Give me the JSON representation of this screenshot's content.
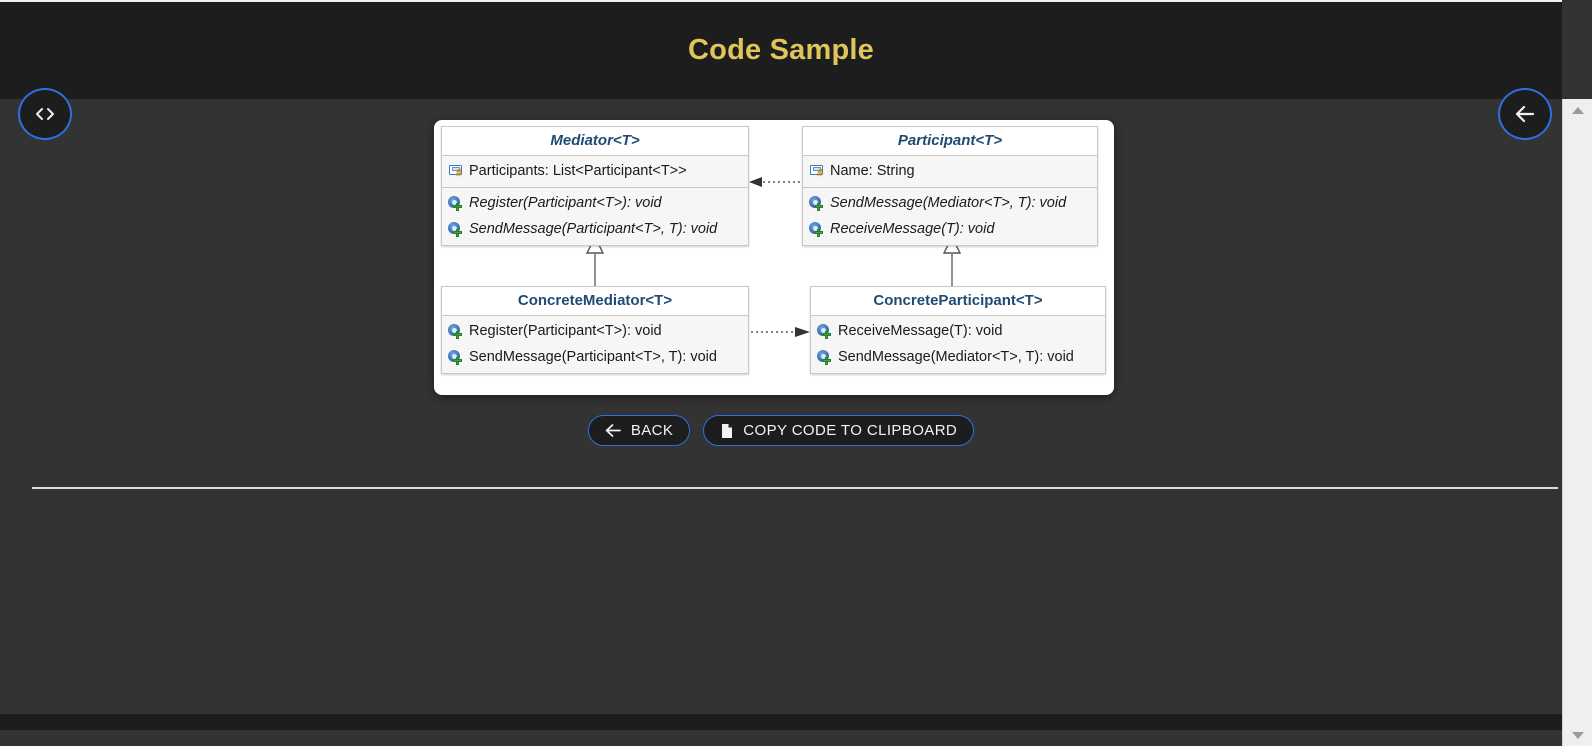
{
  "header": {
    "title": "Code Sample"
  },
  "fab": {
    "code_icon": "code-brackets-icon",
    "back_icon": "arrow-left-icon"
  },
  "diagram": {
    "type": "uml-class-diagram",
    "pattern": "Mediator",
    "classes": [
      {
        "id": "mediator",
        "name": "Mediator<T>",
        "abstract": true,
        "properties": [
          {
            "icon": "property-icon",
            "text": "Participants: List<Participant<T>>"
          }
        ],
        "methods": [
          {
            "icon": "method-icon",
            "text": "Register(Participant<T>): void",
            "abstract": true
          },
          {
            "icon": "method-icon",
            "text": "SendMessage(Participant<T>, T): void",
            "abstract": true
          }
        ]
      },
      {
        "id": "participant",
        "name": "Participant<T>",
        "abstract": true,
        "properties": [
          {
            "icon": "property-icon",
            "text": "Name: String"
          }
        ],
        "methods": [
          {
            "icon": "method-icon",
            "text": "SendMessage(Mediator<T>, T): void",
            "abstract": true
          },
          {
            "icon": "method-icon",
            "text": "ReceiveMessage(T): void",
            "abstract": true
          }
        ]
      },
      {
        "id": "concrete-mediator",
        "name": "ConcreteMediator<T>",
        "abstract": false,
        "properties": [],
        "methods": [
          {
            "icon": "method-icon",
            "text": "Register(Participant<T>): void",
            "abstract": false
          },
          {
            "icon": "method-icon",
            "text": "SendMessage(Participant<T>, T): void",
            "abstract": false
          }
        ]
      },
      {
        "id": "concrete-participant",
        "name": "ConcreteParticipant<T>",
        "abstract": false,
        "properties": [],
        "methods": [
          {
            "icon": "method-icon",
            "text": "ReceiveMessage(T): void",
            "abstract": false
          },
          {
            "icon": "method-icon",
            "text": "SendMessage(Mediator<T>, T): void",
            "abstract": false
          }
        ]
      }
    ],
    "relations": [
      {
        "from": "participant",
        "to": "mediator",
        "kind": "dependency-dotted-arrow"
      },
      {
        "from": "concrete-mediator",
        "to": "mediator",
        "kind": "inheritance-hollow-triangle"
      },
      {
        "from": "concrete-participant",
        "to": "participant",
        "kind": "inheritance-hollow-triangle"
      },
      {
        "from": "concrete-mediator",
        "to": "concrete-participant",
        "kind": "dependency-dotted-arrow"
      }
    ]
  },
  "actions": {
    "back_label": "BACK",
    "back_icon": "arrow-left-icon",
    "copy_label": "COPY CODE TO CLIPBOARD",
    "copy_icon": "document-copy-icon"
  },
  "colors": {
    "page_background": "#333333",
    "header_background": "#1d1d1d",
    "title_accent": "#dfc65a",
    "button_border": "#2f6fe0",
    "class_title": "#1f4b73",
    "divider": "#dcdcdc",
    "scrollbar_track": "#efefef"
  },
  "scrollbar": {
    "up_arrow": "scroll-up-arrow-icon",
    "down_arrow": "scroll-down-arrow-icon"
  }
}
